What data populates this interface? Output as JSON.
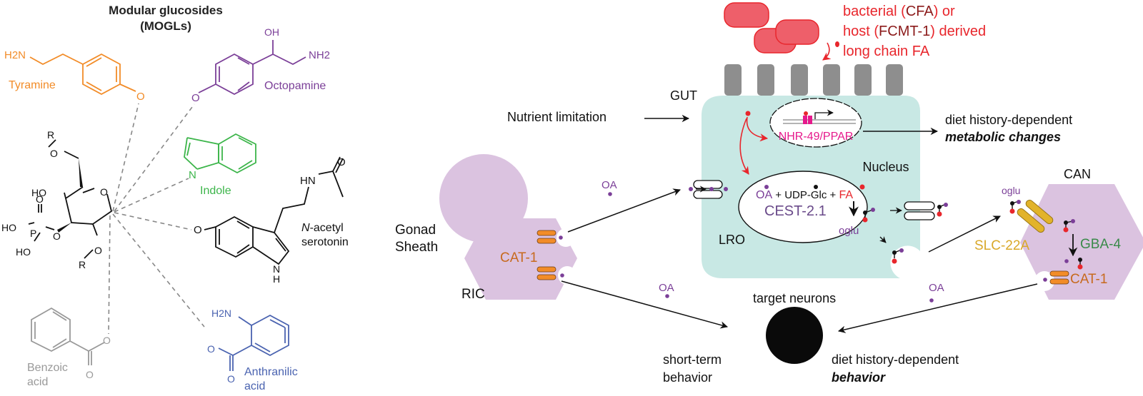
{
  "left_panel": {
    "title_line1": "Modular glucosides",
    "title_line2": "(MOGLs)",
    "moieties": [
      {
        "name": "Tyramine",
        "color": "#f28c28",
        "amine": "H2N"
      },
      {
        "name": "Octopamine",
        "color": "#7b3f98",
        "hydroxyl": "OH",
        "amine": "NH2"
      },
      {
        "name": "Indole",
        "color": "#3cb54a",
        "atom": "N"
      },
      {
        "name_line1": "N-acetyl",
        "name_line2": "serotonin",
        "color": "#1a1a1a",
        "atom_o": "O",
        "atom_nh": "HN",
        "atom_n": "N",
        "atom_h": "H"
      },
      {
        "name_line1": "Benzoic",
        "name_line2": "acid",
        "color": "#999999",
        "atom_o": "O"
      },
      {
        "name_line1": "Anthranilic",
        "name_line2": "acid",
        "color": "#4a63b0",
        "amine": "H2N",
        "atom_o": "O"
      }
    ],
    "core": {
      "r_top": "R",
      "o_ring": "O",
      "o_top": "O",
      "ho": "HO",
      "p": "P",
      "ho_p1": "HO",
      "ho_p2": "HO",
      "o_p": "O",
      "o_link": "O",
      "o_bottom": "O",
      "r_bottom": "R"
    }
  },
  "right_panel": {
    "bacteria_label_line1_a": "bacterial (",
    "bacteria_label_line1_b": "CFA",
    "bacteria_label_line1_c": ") or",
    "bacteria_label_line2_a": "host (",
    "bacteria_label_line2_b": "FCMT-1",
    "bacteria_label_line2_c": ") derived",
    "bacteria_label_line3": "long chain FA",
    "gut_label": "GUT",
    "nutrient_label": "Nutrient limitation",
    "nucleus_gene": "NHR-49/PPAR",
    "nucleus_label": "Nucleus",
    "lro_label": "LRO",
    "reaction_oa": "OA",
    "reaction_plus1": " + UDP-Glc + ",
    "reaction_fa": "FA",
    "enzyme": "CEST-2.1",
    "product": "oglu",
    "metabolic_line1": "diet history-dependent",
    "metabolic_line2": "metabolic changes",
    "gonad_line1": "Gonad",
    "gonad_line2": "Sheath",
    "ric_label": "RIC",
    "cat1_left": "CAT-1",
    "oa_top": "OA",
    "oa_mid": "OA",
    "oa_right": "OA",
    "can_label": "CAN",
    "oglu_can": "oglu",
    "slc_label": "SLC-22A",
    "gba_label": "GBA-4",
    "cat1_right": "CAT-1",
    "target_label": "target neurons",
    "short_line1": "short-term",
    "short_line2": "behavior",
    "diet_line1": "diet history-dependent",
    "diet_line2": "behavior"
  },
  "colors": {
    "orange": "#f28c28",
    "purple": "#7b3f98",
    "green": "#3cb54a",
    "blue": "#4a63b0",
    "grey": "#999999",
    "red": "#e8262c",
    "dark_red": "#8b1a1a",
    "magenta": "#e6198c",
    "gut_fill": "#c8e8e4",
    "neuron_fill": "#dbc3e0",
    "gba_green": "#3a8a4a",
    "slc_gold": "#d9a82a",
    "cest_purple": "#6a4a8a"
  }
}
